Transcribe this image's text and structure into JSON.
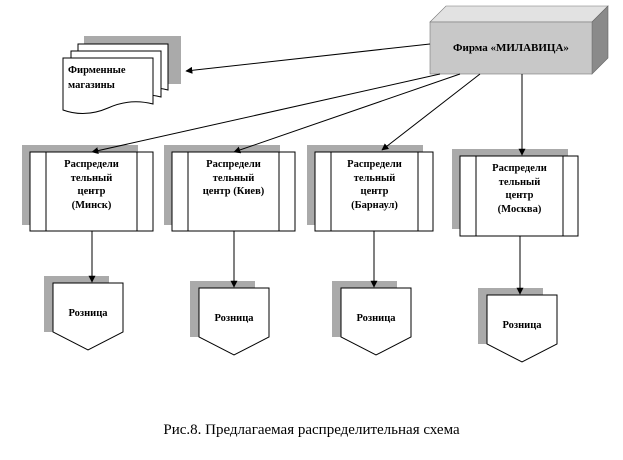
{
  "firm": {
    "label": "Фирма «МИЛАВИЦА»"
  },
  "stores": {
    "label": "Фирменные\nмагазины"
  },
  "centers": [
    {
      "label": "Распредели\nтельный\nцентр\n(Минск)"
    },
    {
      "label": "Распредели\nтельный\nцентр (Киев)"
    },
    {
      "label": "Распредели\nтельный\nцентр\n(Барнаул)"
    },
    {
      "label": "Распредели\nтельный\nцентр\n(Москва)"
    }
  ],
  "retail": [
    {
      "label": "Розница"
    },
    {
      "label": "Розница"
    },
    {
      "label": "Розница"
    },
    {
      "label": "Розница"
    }
  ],
  "caption": "Рис.8. Предлагаемая  распределительная схема",
  "colors": {
    "shadow": "#aaaaaa",
    "box_front": "#c8c8c8",
    "box_top": "#e2e2e2",
    "box_side": "#8a8a8a",
    "line": "#000000"
  }
}
